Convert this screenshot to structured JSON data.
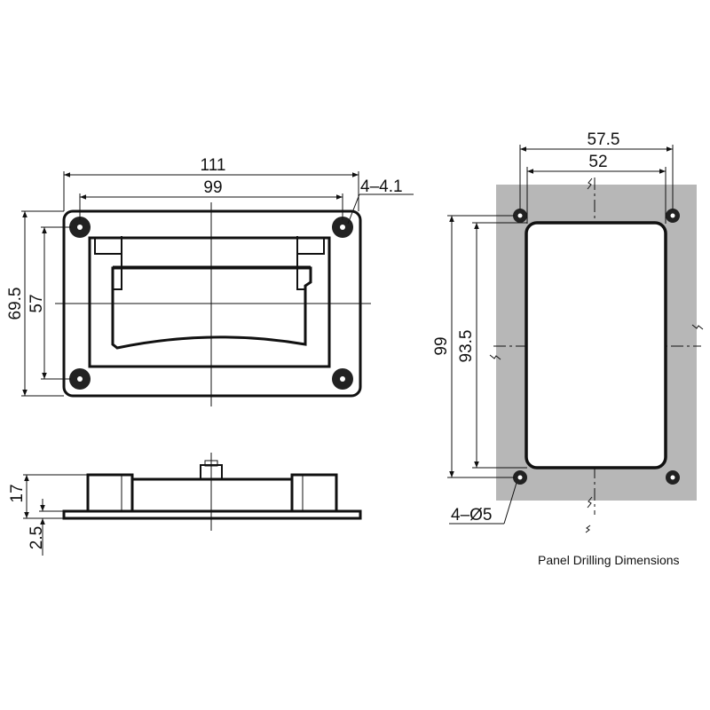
{
  "front_view": {
    "width_overall": "111",
    "hole_spacing_x": "99",
    "hole_callout": "4–4.1",
    "height_overall": "69.5",
    "hole_spacing_y": "57"
  },
  "side_view": {
    "height": "17",
    "plate_thickness": "2.5"
  },
  "panel_view": {
    "hole_spacing_x": "57.5",
    "cutout_width": "52",
    "hole_spacing_y": "99",
    "cutout_height": "93.5",
    "hole_callout": "4–Ø5",
    "panel_fill": "#b7b7b7",
    "caption": "Panel Drilling Dimensions"
  }
}
